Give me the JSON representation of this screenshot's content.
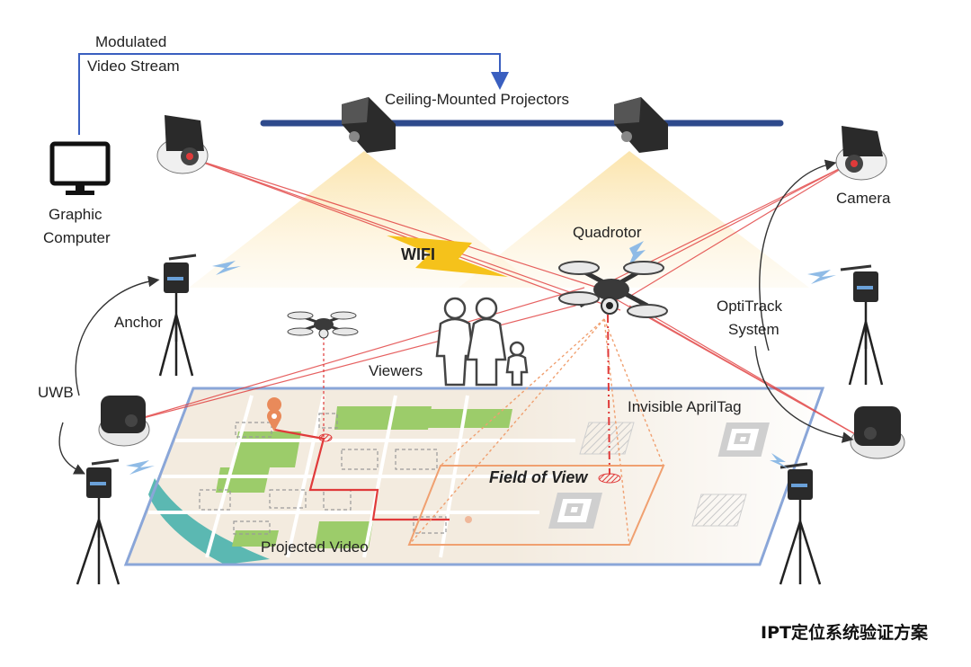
{
  "labels": {
    "modulated": "Modulated",
    "video_stream": "Video Stream",
    "ceiling_projectors": "Ceiling-Mounted Projectors",
    "graphic": "Graphic",
    "computer": "Computer",
    "wifi": "WIFI",
    "quadrotor": "Quadrotor",
    "camera": "Camera",
    "anchor": "Anchor",
    "uwb": "UWB",
    "viewers": "Viewers",
    "optitrack": "OptiTrack",
    "system": "System",
    "invisible_apriltag": "Invisible AprilTag",
    "field_of_view": "Field of View",
    "projected_video": "Projected Video"
  },
  "caption": "IPT定位系统验证方案",
  "colors": {
    "frame_blue": "#8aa6d8",
    "rail_navy": "#2e4a8c",
    "laser_red": "#e03a3a",
    "fov_orange": "#f0a070",
    "map_green": "#9ccc6a",
    "river_teal": "#5bb8b2",
    "light_beam": "#fbe3a8",
    "wifi_yellow": "#f5c21b"
  },
  "icons": [
    "monitor-icon",
    "projector-icon",
    "camera-icon",
    "drone-icon",
    "uwb-anchor-icon",
    "tripod-icon",
    "wireless-signal-icon",
    "apriltag-icon",
    "family-icon",
    "location-pin-icon"
  ]
}
